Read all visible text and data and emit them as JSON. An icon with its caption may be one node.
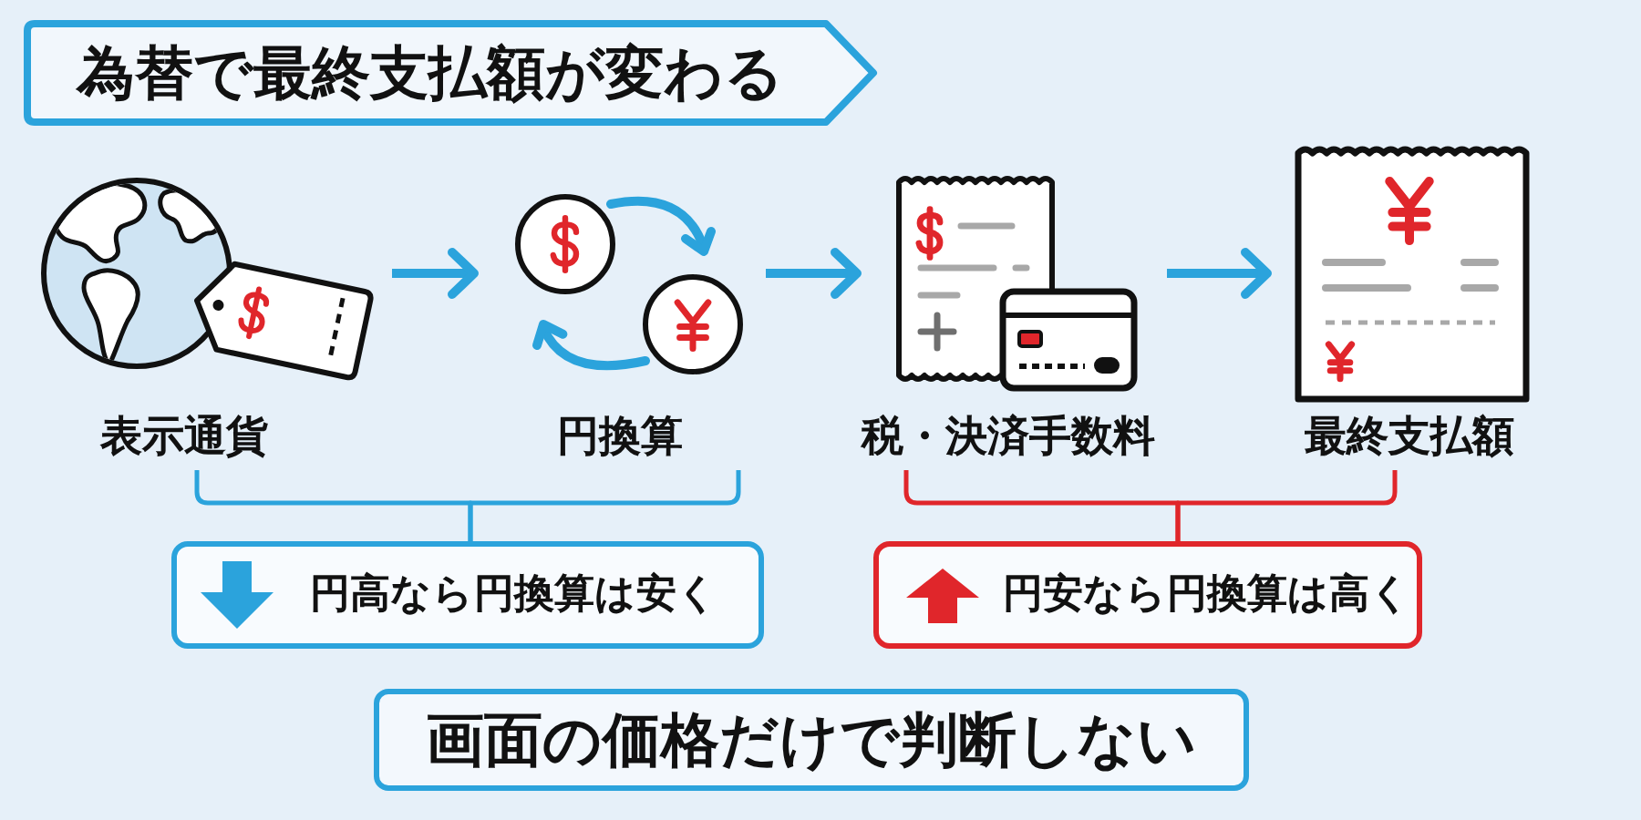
{
  "diagram": {
    "title": "為替で最終支払額が変わる",
    "nodes": [
      {
        "text": [
          "表示通貨"
        ]
      },
      {
        "text": [
          "円換算"
        ]
      },
      {
        "text": [
          "税・決済手数料"
        ]
      },
      {
        "text": [
          "最終支払額"
        ]
      },
      {
        "text": [
          "円高なら円換算は安く"
        ]
      },
      {
        "text": [
          "円安なら円換算は高く"
        ]
      },
      {
        "text": [
          "画面の価格だけで判断しない"
        ]
      }
    ],
    "edges": [
      {
        "from": 0,
        "to": 1,
        "arrow": "to",
        "style": "thick"
      },
      {
        "from": 1,
        "to": 2,
        "arrow": "to",
        "style": "thick"
      },
      {
        "from": 2,
        "to": 3,
        "arrow": "to",
        "style": "thick"
      },
      {
        "from": 0,
        "to": 4,
        "arrow": "none"
      },
      {
        "from": 1,
        "to": 4,
        "arrow": "none"
      },
      {
        "from": 2,
        "to": 5,
        "arrow": "none",
        "color": "#e0262b"
      },
      {
        "from": 3,
        "to": 5,
        "arrow": "none",
        "color": "#e0262b"
      }
    ]
  }
}
